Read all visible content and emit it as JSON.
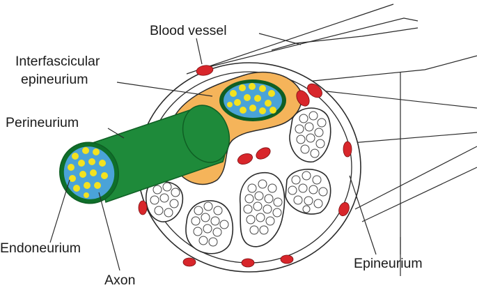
{
  "diagram": {
    "labels": {
      "blood_vessel": "Blood vessel",
      "interfascicular_line1": "Interfascicular",
      "interfascicular_line2": "epineurium",
      "perineurium": "Perineurium",
      "endoneurium": "Endoneurium",
      "axon": "Axon",
      "epineurium": "Epineurium"
    },
    "colors": {
      "perineurium": "#1e8a3a",
      "perineurium_dark": "#0f5f24",
      "endoneurium": "#4aa3d8",
      "axon": "#f3e21f",
      "interfascicular_epineurium": "#f5b45a",
      "blood_vessel": "#d8262b",
      "outline": "#2a2a2a"
    }
  }
}
